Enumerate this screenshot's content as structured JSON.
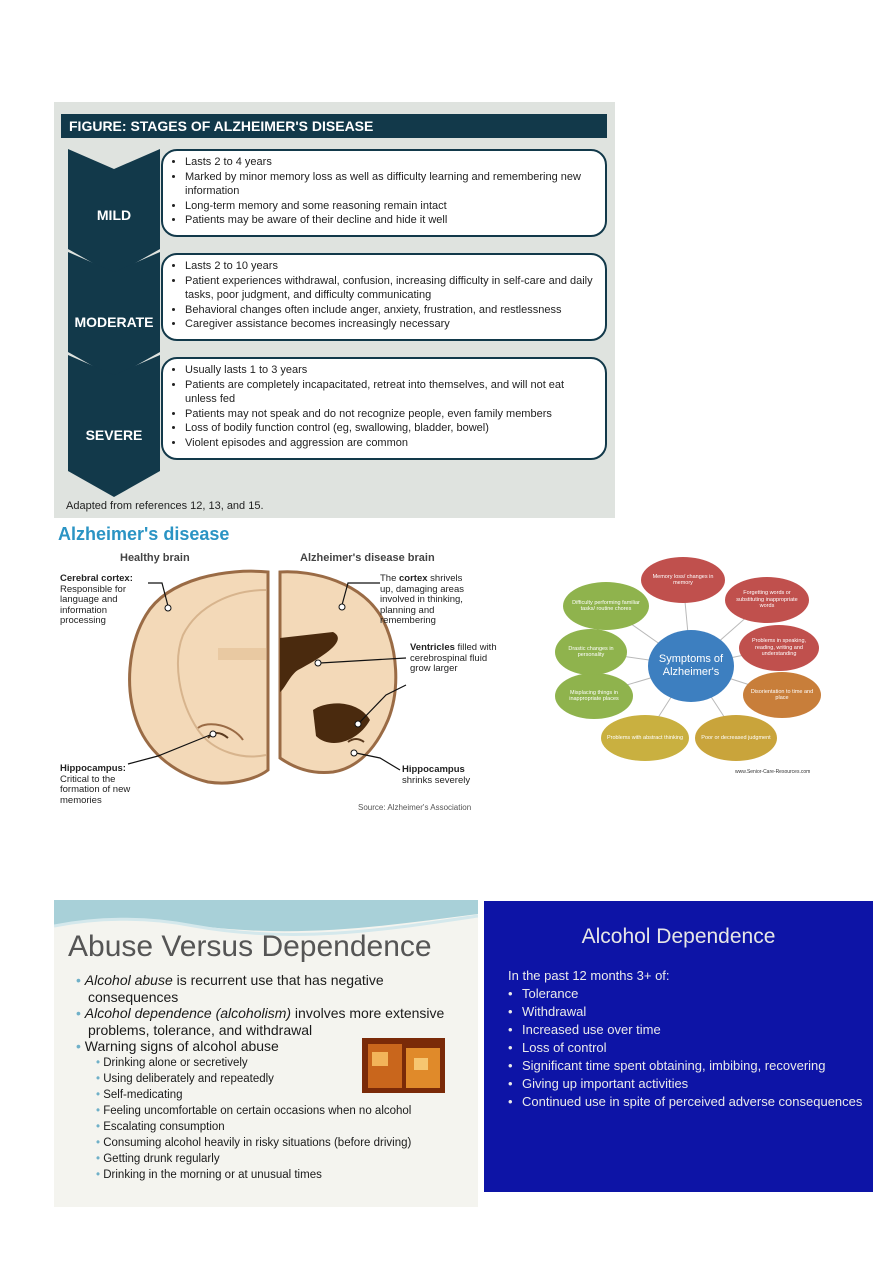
{
  "stages_figure": {
    "title": "FIGURE: STAGES OF ALZHEIMER'S DISEASE",
    "stages": [
      {
        "label": "MILD",
        "bullets": [
          "Lasts 2 to 4 years",
          "Marked by minor memory loss as well as difficulty learning and remembering new information",
          "Long-term memory and some reasoning remain intact",
          "Patients may be aware of their decline and hide it well"
        ]
      },
      {
        "label": "MODERATE",
        "bullets": [
          "Lasts 2 to 10 years",
          "Patient experiences withdrawal, confusion, increasing difficulty in self-care and daily tasks, poor judgment, and difficulty communicating",
          "Behavioral changes often include anger, anxiety, frustration, and restlessness",
          "Caregiver assistance becomes increasingly necessary"
        ]
      },
      {
        "label": "SEVERE",
        "bullets": [
          "Usually lasts 1 to 3 years",
          "Patients are completely incapacitated, retreat into themselves, and will not eat unless fed",
          "Patients may not speak and do not recognize people, even family members",
          "Loss of bodily function control (eg, swallowing, bladder, bowel)",
          "Violent episodes and aggression are common"
        ]
      }
    ],
    "footnote": "Adapted from references 12, 13, and 15."
  },
  "brain_figure": {
    "title": "Alzheimer's disease",
    "healthy_label": "Healthy brain",
    "ad_label": "Alzheimer's disease brain",
    "cortex_head": "Cerebral cortex:",
    "cortex_text": "Responsible for language and information processing",
    "hippo_head": "Hippocampus:",
    "hippo_text": "Critical to the formation of new memories",
    "ad_cortex_pre": "The",
    "ad_cortex_bold": "cortex",
    "ad_cortex_text": "shrivels up, damaging areas involved in thinking, planning and remembering",
    "ventricles_head": "Ventricles",
    "ventricles_text": "filled with cerebrospinal fluid grow larger",
    "ad_hippo_head": "Hippocampus",
    "ad_hippo_text": "shrinks severely",
    "source": "Source: Alzheimer's Association"
  },
  "symptoms_figure": {
    "center": "Symptoms of Alzheimer's",
    "nodes": [
      {
        "text": "Memory loss/ changes in memory",
        "color": "#c0504d"
      },
      {
        "text": "Forgetting words or substituting inappropriate words",
        "color": "#c0504d"
      },
      {
        "text": "Problems in speaking, reading, writing and understanding",
        "color": "#c0504d"
      },
      {
        "text": "Disorientation to time and place",
        "color": "#c87e3a"
      },
      {
        "text": "Poor or decreased judgment",
        "color": "#c9a43b"
      },
      {
        "text": "Problems with abstract thinking",
        "color": "#c9b040"
      },
      {
        "text": "Misplacing things in inappropriate places",
        "color": "#8fb34d"
      },
      {
        "text": "Drastic changes in personality",
        "color": "#8fb34d"
      },
      {
        "text": "Difficulty performing familiar tasks/ routine chores",
        "color": "#8fb34d"
      }
    ],
    "website": "www.Senior-Care-Resources.com"
  },
  "abuse_slide": {
    "title": "Abuse Versus Dependence",
    "b1_em": "Alcohol abuse",
    "b1_rest": " is recurrent use that has negative consequences",
    "b2_em": "Alcohol dependence (alcoholism)",
    "b2_rest": " involves more extensive problems, tolerance, and withdrawal",
    "b3": "Warning signs of alcohol abuse",
    "signs": [
      "Drinking alone or secretively",
      "Using deliberately and repeatedly",
      "Self-medicating",
      "Feeling uncomfortable on certain occasions when no alcohol",
      "Escalating consumption",
      "Consuming alcohol heavily in risky situations (before driving)",
      "Getting drunk regularly",
      "Drinking in the morning or at unusual times"
    ]
  },
  "dependence_slide": {
    "title": "Alcohol Dependence",
    "intro": "In the past 12 months  3+ of:",
    "items": [
      "Tolerance",
      "Withdrawal",
      "Increased use over time",
      "Loss of control",
      "Significant time spent obtaining, imbibing, recovering",
      "Giving up important activities",
      "Continued use in spite of perceived adverse consequences"
    ]
  }
}
